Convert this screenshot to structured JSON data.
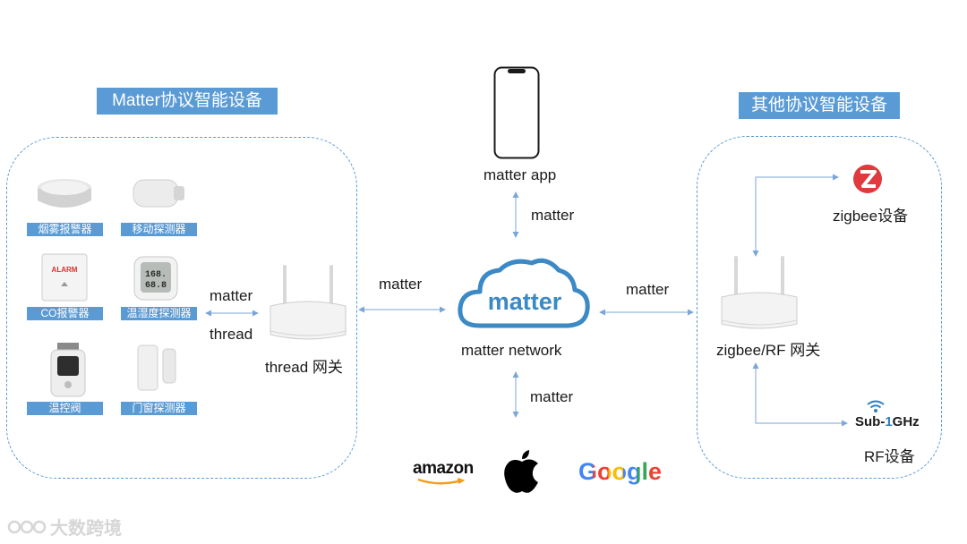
{
  "matter_group": {
    "title": "Matter协议智能设备",
    "devices": [
      {
        "label": "烟雾报警器",
        "icon": "smoke-detector-icon"
      },
      {
        "label": "移动探测器",
        "icon": "motion-sensor-icon"
      },
      {
        "label": "CO报警器",
        "icon": "co-alarm-icon",
        "device_text": "ALARM"
      },
      {
        "label": "温湿度探测器",
        "icon": "thermo-hygrometer-icon",
        "device_text": "68.8"
      },
      {
        "label": "温控阀",
        "icon": "thermostatic-valve-icon"
      },
      {
        "label": "门窗探测器",
        "icon": "door-window-sensor-icon"
      }
    ],
    "link_label_1": "matter",
    "link_label_2": "thread",
    "gateway_label": "thread 网关"
  },
  "center": {
    "app_label": "matter app",
    "app_link_label": "matter",
    "cloud_text": "matter",
    "network_label": "matter network",
    "bottom_link_label": "matter",
    "left_link_label": "matter",
    "right_link_label": "matter",
    "ecosystems": [
      "amazon",
      "Apple",
      "Google"
    ]
  },
  "other_group": {
    "title": "其他协议智能设备",
    "zigbee_label": "zigbee设备",
    "gateway_label": "zigbee/RF 网关",
    "subghz_logo": {
      "part1": "Sub-",
      "part2": "1",
      "part3": "GHz"
    },
    "rf_label": "RF设备"
  },
  "watermark": "大数跨境",
  "colors": {
    "accent": "#5b9bd5",
    "arrow": "#7aa6d8",
    "zigbee": "#e0393e"
  }
}
